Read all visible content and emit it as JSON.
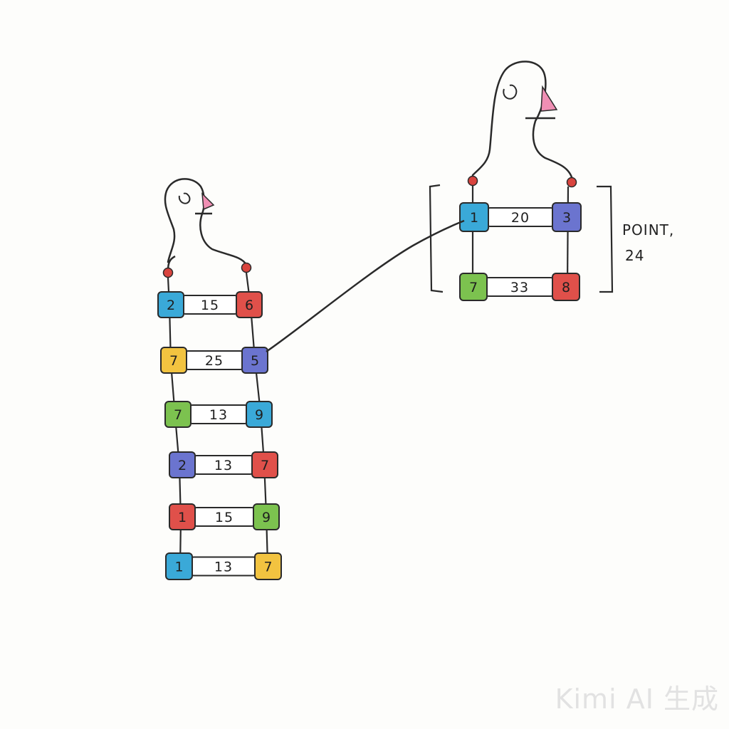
{
  "left_ladder": {
    "rows": [
      {
        "left": {
          "label": "2",
          "color": "#3aa9d8"
        },
        "rung": "15",
        "right": {
          "label": "6",
          "color": "#e0504a"
        }
      },
      {
        "left": {
          "label": "7",
          "color": "#f2c340"
        },
        "rung": "25",
        "right": {
          "label": "5",
          "color": "#6b74cf"
        }
      },
      {
        "left": {
          "label": "7",
          "color": "#7cc24f"
        },
        "rung": "13",
        "right": {
          "label": "9",
          "color": "#3aa9d8"
        }
      },
      {
        "left": {
          "label": "2",
          "color": "#6b74cf"
        },
        "rung": "13",
        "right": {
          "label": "7",
          "color": "#e0504a"
        }
      },
      {
        "left": {
          "label": "1",
          "color": "#e0504a"
        },
        "rung": "15",
        "right": {
          "label": "9",
          "color": "#7cc24f"
        }
      },
      {
        "left": {
          "label": "1",
          "color": "#3aa9d8"
        },
        "rung": "13",
        "right": {
          "label": "7",
          "color": "#f2c340"
        }
      }
    ]
  },
  "right_ladder": {
    "rows": [
      {
        "left": {
          "label": "1",
          "color": "#3aa9d8"
        },
        "rung": "20",
        "right": {
          "label": "3",
          "color": "#6b74cf"
        }
      },
      {
        "left": {
          "label": "7",
          "color": "#7cc24f"
        },
        "rung": "33",
        "right": {
          "label": "8",
          "color": "#e0504a"
        }
      }
    ],
    "annotation_line1": "POINT,",
    "annotation_line2": "24"
  },
  "watermark": "Kimi AI 生成",
  "colors": {
    "ink": "#2a2a2a",
    "joint": "#d9443e",
    "beak": "#f08fb4"
  }
}
